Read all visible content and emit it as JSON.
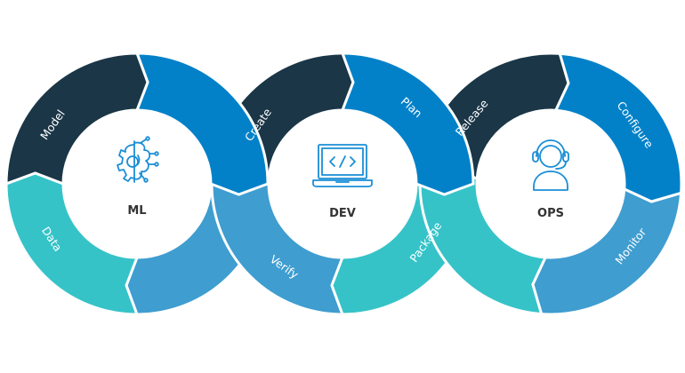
{
  "colors": {
    "dark": "#1a3647",
    "light_blue": "#3f9dd0",
    "blue": "#0381c8",
    "teal": "#35c3c8",
    "icon": "#1a8ed6",
    "title": "#333333"
  },
  "rings": [
    {
      "title": "ML",
      "icon": "brain-gear-icon",
      "segments": {
        "top_left": "Model",
        "top_right": "",
        "bottom_right": "",
        "bottom_left": "Data"
      }
    },
    {
      "title": "DEV",
      "icon": "laptop-code-icon",
      "segments": {
        "top_left": "Create",
        "top_right": "Plan",
        "bottom_right": "Package",
        "bottom_left": "Verify"
      }
    },
    {
      "title": "OPS",
      "icon": "headset-operator-icon",
      "segments": {
        "top_left": "Release",
        "top_right": "Configure",
        "bottom_right": "Monitor",
        "bottom_left": ""
      }
    }
  ]
}
